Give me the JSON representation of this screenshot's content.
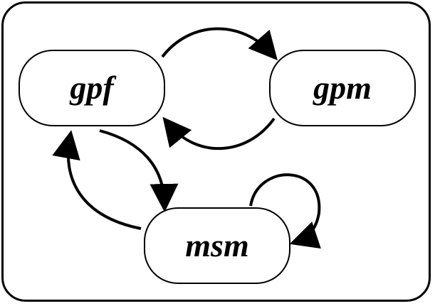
{
  "nodes": {
    "gpf": {
      "label": "gpf"
    },
    "gpm": {
      "label": "gpm"
    },
    "msm": {
      "label": "msm"
    }
  },
  "edges": [
    {
      "from": "gpf",
      "to": "gpm"
    },
    {
      "from": "gpm",
      "to": "gpf"
    },
    {
      "from": "gpf",
      "to": "msm"
    },
    {
      "from": "msm",
      "to": "gpf"
    },
    {
      "from": "msm",
      "to": "msm"
    }
  ]
}
